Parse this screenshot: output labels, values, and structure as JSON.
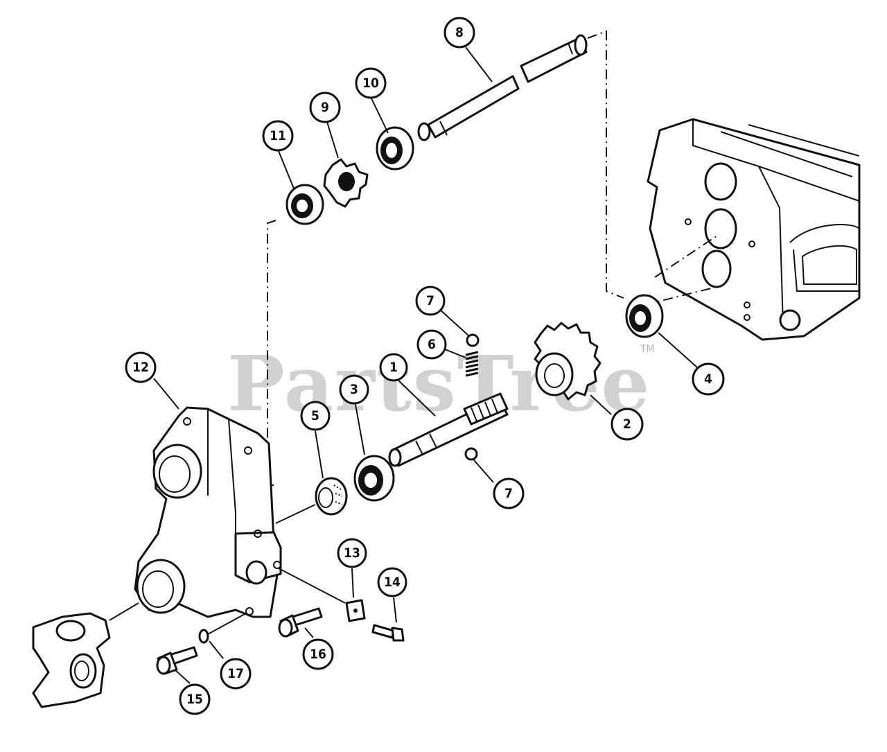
{
  "watermark": {
    "text": "PartsTree",
    "trademark": "TM"
  },
  "callouts": {
    "c1": "1",
    "c2": "2",
    "c3": "3",
    "c4": "4",
    "c5": "5",
    "c6": "6",
    "c7a": "7",
    "c7b": "7",
    "c8": "8",
    "c9": "9",
    "c10": "10",
    "c11": "11",
    "c12": "12",
    "c13": "13",
    "c14": "14",
    "c15": "15",
    "c16": "16",
    "c17": "17"
  }
}
